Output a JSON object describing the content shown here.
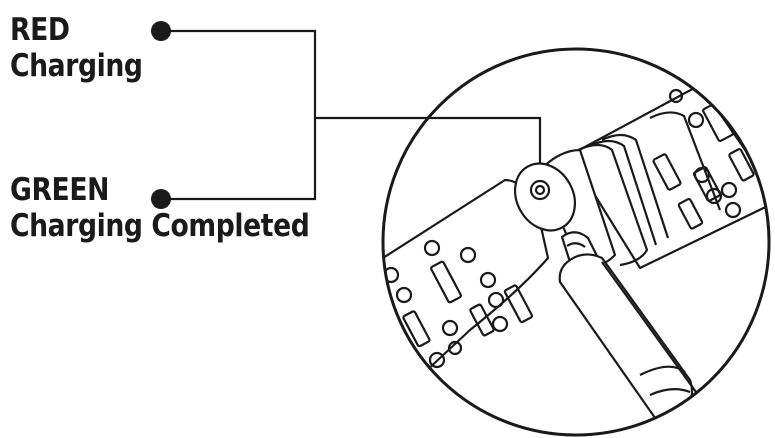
{
  "labels": {
    "red": {
      "color_word": "RED",
      "status": "Charging",
      "indicator_color": "#e02020"
    },
    "green": {
      "color_word": "GREEN",
      "status": "Charging Completed",
      "indicator_color": "#20a040"
    }
  },
  "style": {
    "ink": "#1a1a1a",
    "background": "#ffffff"
  }
}
